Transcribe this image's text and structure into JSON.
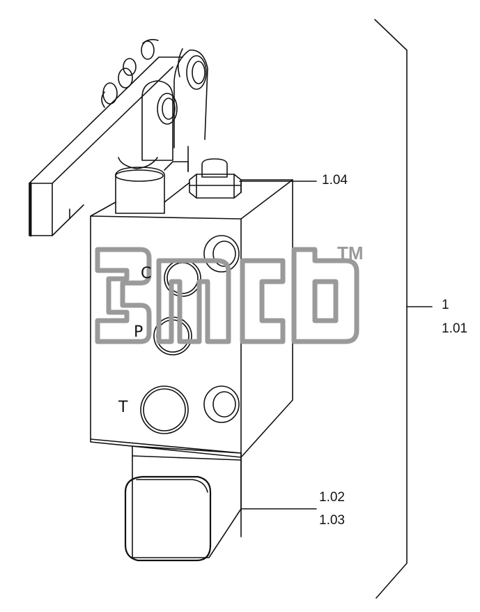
{
  "callouts": {
    "c104": "1.04",
    "c1": "1",
    "c101": "1.01",
    "c102": "1.02",
    "c103": "1.03"
  },
  "ports": {
    "c": "C",
    "p": "P",
    "t": "T"
  },
  "watermark": {
    "text": "3mcb",
    "trademark": "TM",
    "color": "#9a9a9a"
  },
  "colors": {
    "line": "#111111",
    "background": "#ffffff"
  }
}
